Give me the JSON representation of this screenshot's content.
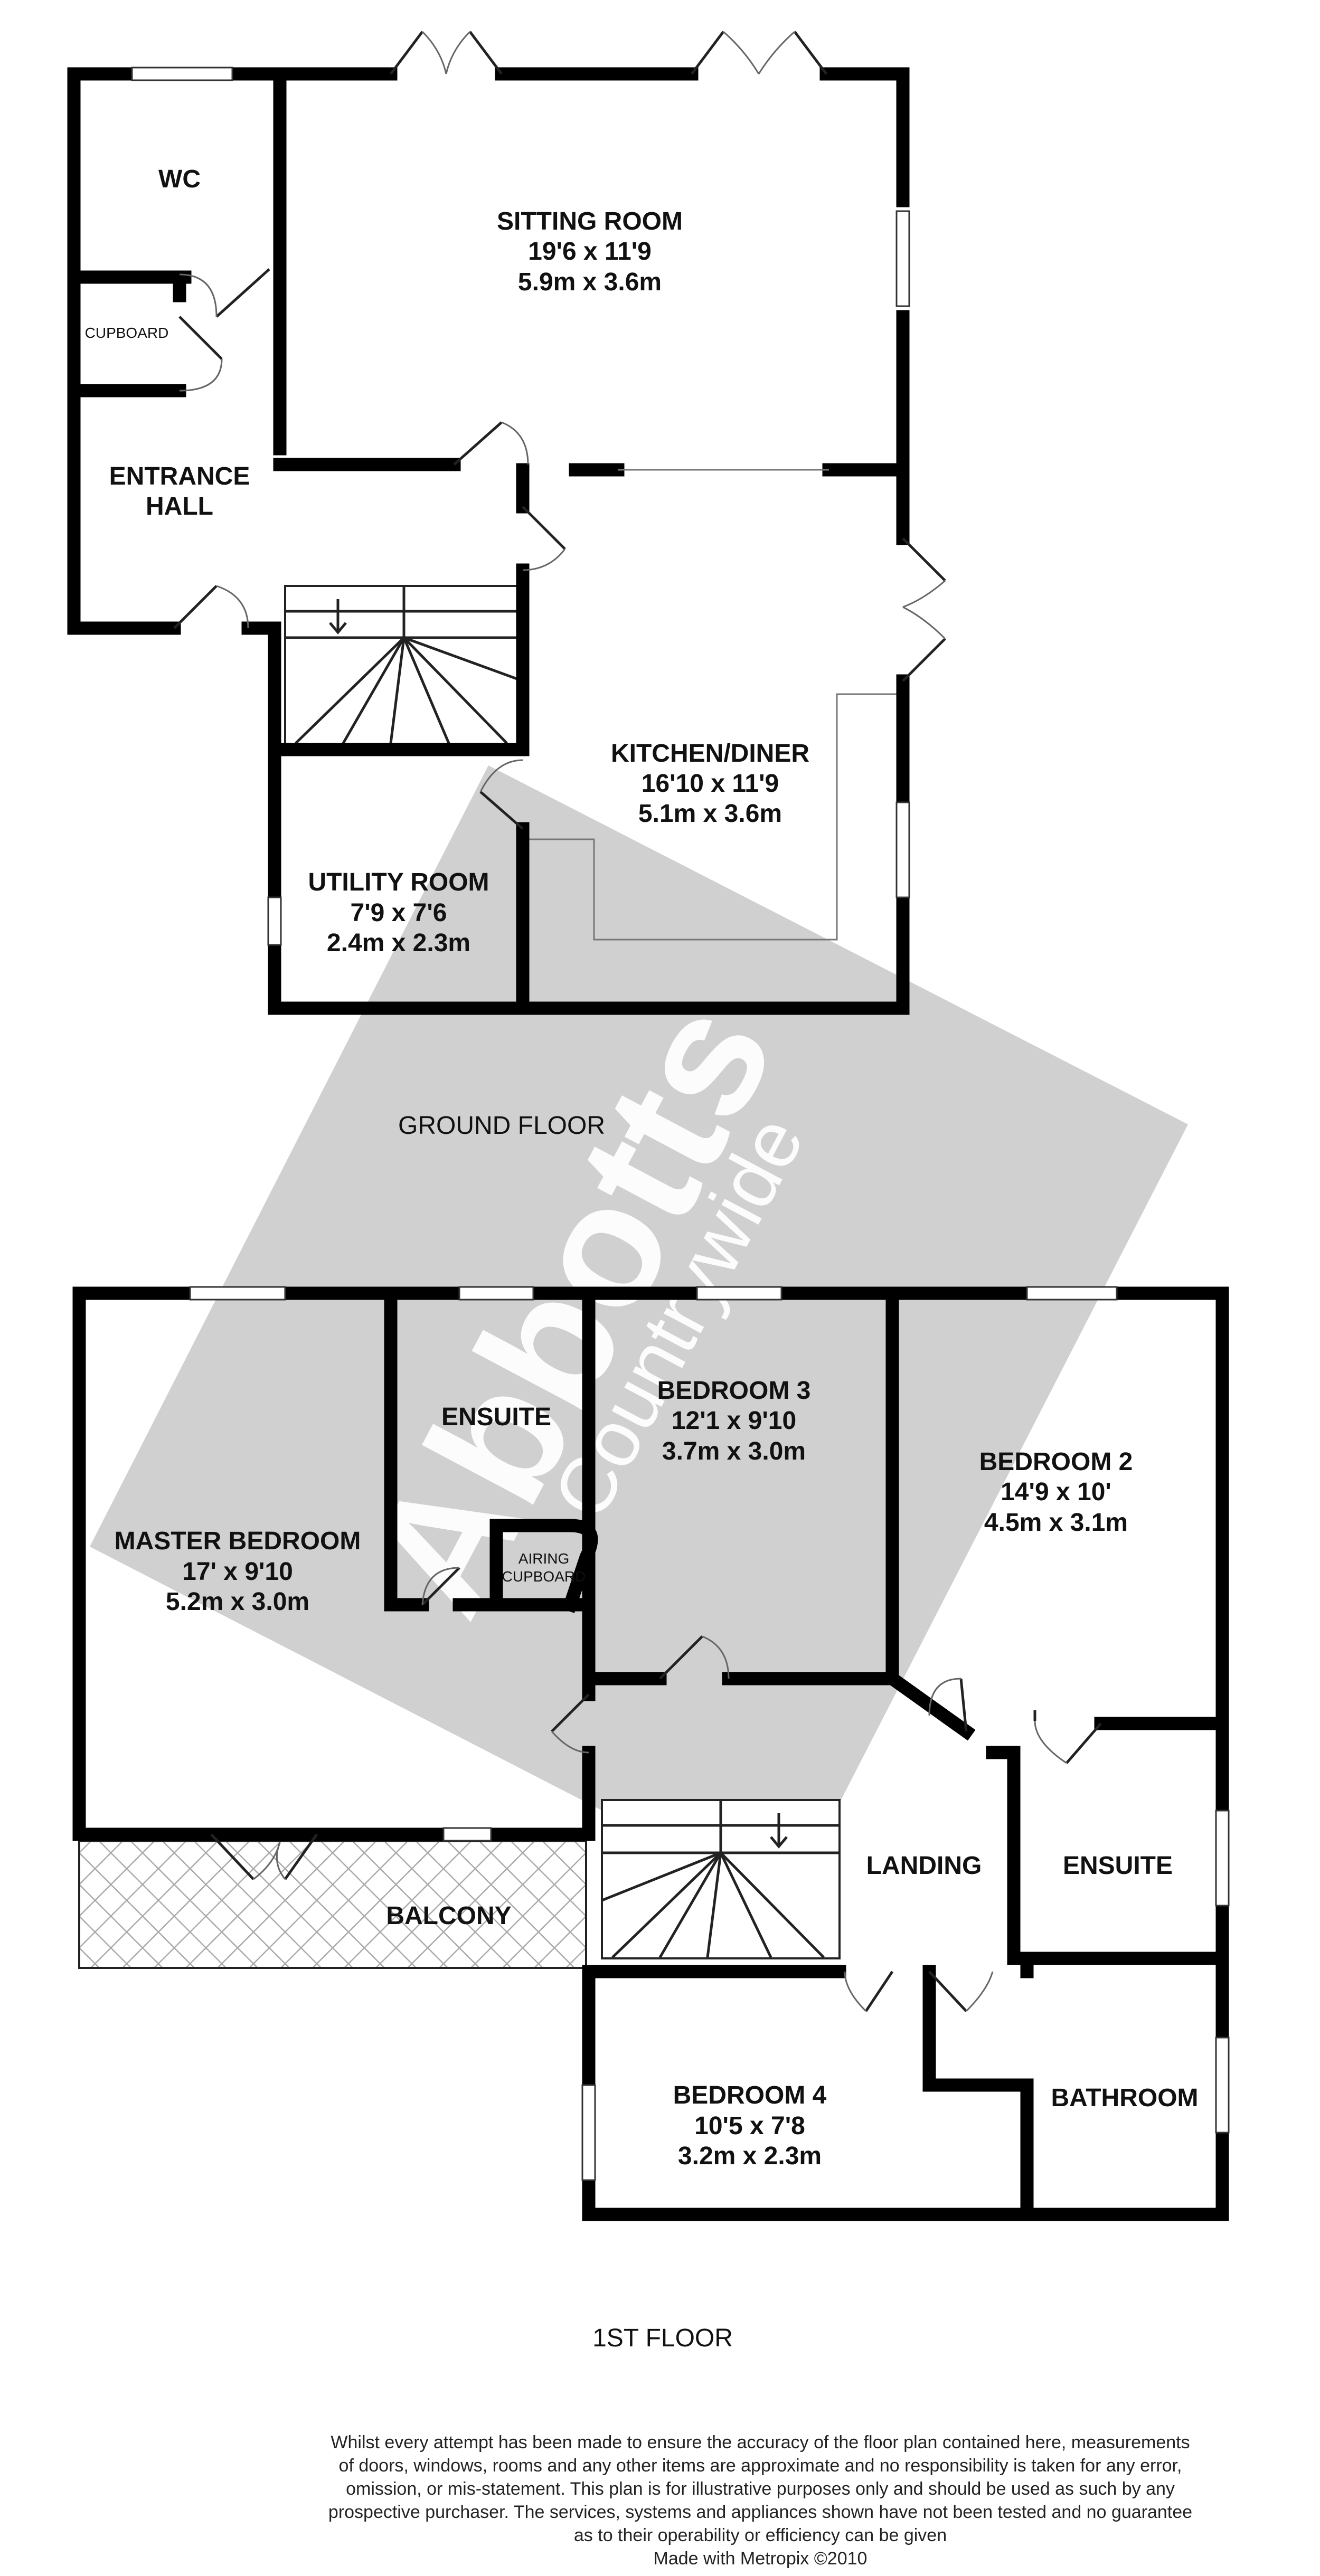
{
  "ground_floor": {
    "label": "GROUND FLOOR",
    "rooms": {
      "wc": {
        "name": "WC"
      },
      "cupboard": {
        "name": "CUPBOARD"
      },
      "entrance_hall": {
        "line1": "ENTRANCE",
        "line2": "HALL"
      },
      "sitting_room": {
        "name": "SITTING ROOM",
        "imperial": "19'6 x 11'9",
        "metric": "5.9m x 3.6m"
      },
      "kitchen_diner": {
        "name": "KITCHEN/DINER",
        "imperial": "16'10 x 11'9",
        "metric": "5.1m x 3.6m"
      },
      "utility_room": {
        "name": "UTILITY ROOM",
        "imperial": "7'9 x 7'6",
        "metric": "2.4m x 2.3m"
      }
    }
  },
  "first_floor": {
    "label": "1ST FLOOR",
    "rooms": {
      "master_bedroom": {
        "name": "MASTER BEDROOM",
        "imperial": "17' x 9'10",
        "metric": "5.2m x 3.0m"
      },
      "ensuite_master": {
        "name": "ENSUITE"
      },
      "airing_cupboard": {
        "line1": "AIRING",
        "line2": "CUPBOARD"
      },
      "bedroom3": {
        "name": "BEDROOM 3",
        "imperial": "12'1 x 9'10",
        "metric": "3.7m x 3.0m"
      },
      "bedroom2": {
        "name": "BEDROOM 2",
        "imperial": "14'9 x 10'",
        "metric": "4.5m x 3.1m"
      },
      "ensuite_bed2": {
        "name": "ENSUITE"
      },
      "landing": {
        "name": "LANDING"
      },
      "balcony": {
        "name": "BALCONY"
      },
      "bedroom4": {
        "name": "BEDROOM 4",
        "imperial": "10'5 x 7'8",
        "metric": "3.2m x 2.3m"
      },
      "bathroom": {
        "name": "BATHROOM"
      }
    }
  },
  "watermark": {
    "brand": "Abbotts",
    "tagline": "Countrywide"
  },
  "disclaimer": {
    "lines": [
      "Whilst every attempt has been made to ensure the accuracy of the floor plan contained here, measurements",
      "of doors, windows, rooms and any other items are approximate and no responsibility is taken for any error,",
      "omission, or mis-statement. This plan is for illustrative purposes only and should be used as such by any",
      "prospective purchaser. The services, systems and appliances shown have not been tested and no guarantee",
      "as to their operability or efficiency can be given"
    ],
    "credit": "Made with Metropix ©2010"
  }
}
